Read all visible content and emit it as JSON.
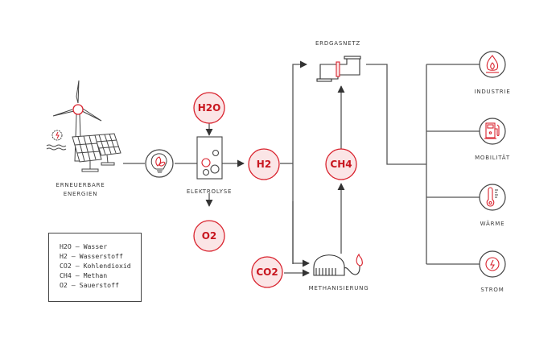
{
  "colors": {
    "accent": "#d9232e",
    "accent_fill": "#fbe5e6",
    "line": "#555555",
    "text": "#3a3a3a"
  },
  "nodes": {
    "renewables": {
      "label_line1": "ERNEUERBARE",
      "label_line2": "ENERGIEN",
      "icon": "wind-turbine-solar-panel-icon"
    },
    "green_power": {
      "icon": "green-bulb-leaf-icon"
    },
    "electrolysis": {
      "label": "ELEKTROLYSE",
      "icon": "electrolyzer-icon"
    },
    "gas_grid": {
      "label": "ERDGASNETZ",
      "icon": "pipe-icon"
    },
    "methanation": {
      "label": "METHANISIERUNG",
      "icon": "methanation-reactor-icon"
    }
  },
  "molecules": {
    "h2o": "H2O",
    "o2": "O2",
    "h2": "H2",
    "ch4": "CH4",
    "co2": "CO2"
  },
  "outputs": [
    {
      "label": "INDUSTRIE",
      "icon": "flame-icon"
    },
    {
      "label": "MOBILITÄT",
      "icon": "fuel-pump-icon"
    },
    {
      "label": "WÄRME",
      "icon": "thermometer-icon"
    },
    {
      "label": "STROM",
      "icon": "lightning-icon"
    }
  ],
  "legend": [
    "H2O – Wasser",
    "H2 – Wasserstoff",
    "CO2 – Kohlendioxid",
    "CH4 – Methan",
    "O2 – Sauerstoff"
  ]
}
